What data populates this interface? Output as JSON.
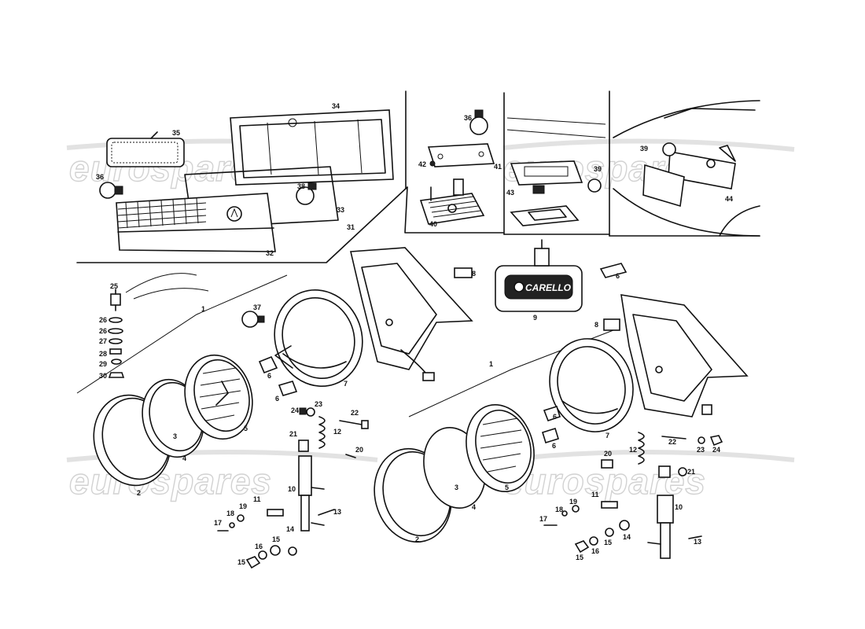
{
  "watermarks": [
    "eurospares",
    "eurospares",
    "eurospares",
    "eurospares"
  ],
  "callouts": {
    "inset1": [
      "35",
      "34",
      "36",
      "38",
      "33",
      "31",
      "32"
    ],
    "inset2": [
      "36",
      "42",
      "41",
      "40"
    ],
    "inset3": [
      "39",
      "43"
    ],
    "inset4": [
      "39",
      "44"
    ],
    "left": [
      "25",
      "1",
      "37",
      "26",
      "26",
      "27",
      "28",
      "29",
      "30",
      "6",
      "6",
      "7",
      "5",
      "24",
      "23",
      "22",
      "12",
      "21",
      "20",
      "3",
      "4",
      "2",
      "10",
      "11",
      "19",
      "18",
      "17",
      "13",
      "14",
      "15",
      "16",
      "15"
    ],
    "right": [
      "8",
      "9",
      "6",
      "8",
      "1",
      "6",
      "6",
      "7",
      "22",
      "23",
      "24",
      "12",
      "20",
      "21",
      "3",
      "5",
      "4",
      "2",
      "11",
      "19",
      "18",
      "17",
      "10",
      "15",
      "14",
      "16",
      "15",
      "13"
    ]
  },
  "fog_lamp_brand": "CARELLO"
}
